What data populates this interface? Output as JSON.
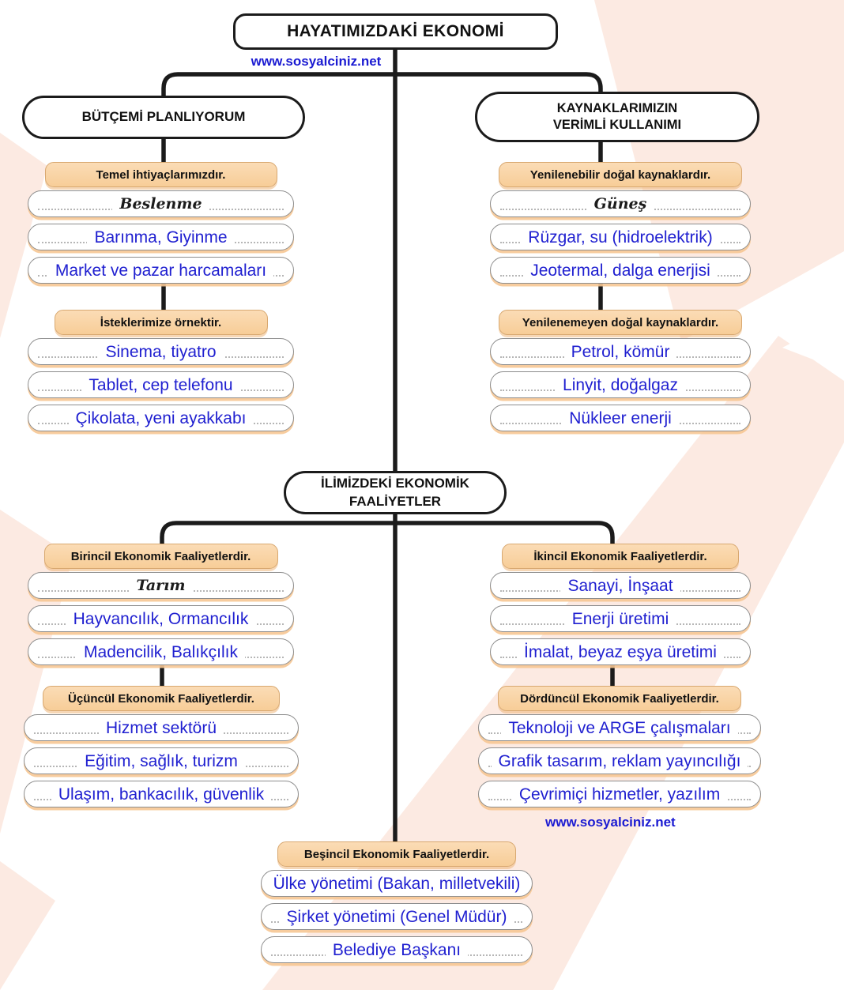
{
  "title": "HAYATIMIZDAKİ EKONOMİ",
  "watermarks": {
    "top": "www.sosyalciniz.net",
    "bottom": "www.sosyalciniz.net"
  },
  "branches": {
    "budget": "BÜTÇEMİ PLANLIYORUM",
    "resources_line1": "KAYNAKLARIMIZIN",
    "resources_line2": "VERİMLİ KULLANIMI",
    "city_line1": "İLİMİZDEKİ EKONOMİK",
    "city_line2": "FAALİYETLER"
  },
  "groups": [
    {
      "header": "Temel ihtiyaçlarımızdır.",
      "items": [
        "Beslenme",
        "Barınma, Giyinme",
        "Market ve pazar harcamaları"
      ]
    },
    {
      "header": "İsteklerimize örnektir.",
      "items": [
        "Sinema, tiyatro",
        "Tablet, cep telefonu",
        "Çikolata, yeni ayakkabı"
      ]
    },
    {
      "header": "Yenilenebilir doğal kaynaklardır.",
      "items": [
        "Güneş",
        "Rüzgar, su (hidroelektrik)",
        "Jeotermal, dalga enerjisi"
      ]
    },
    {
      "header": "Yenilenemeyen doğal kaynaklardır.",
      "items": [
        "Petrol, kömür",
        "Linyit, doğalgaz",
        "Nükleer enerji"
      ]
    },
    {
      "header": "Birincil Ekonomik Faaliyetlerdir.",
      "items": [
        "Tarım",
        "Hayvancılık, Ormancılık",
        "Madencilik, Balıkçılık"
      ]
    },
    {
      "header": "Üçüncül Ekonomik Faaliyetlerdir.",
      "items": [
        "Hizmet sektörü",
        "Eğitim, sağlık, turizm",
        "Ulaşım, bankacılık, güvenlik"
      ]
    },
    {
      "header": "İkincil Ekonomik Faaliyetlerdir.",
      "items": [
        "Sanayi, İnşaat",
        "Enerji üretimi",
        "İmalat, beyaz eşya üretimi"
      ]
    },
    {
      "header": "Dördüncül Ekonomik Faaliyetlerdir.",
      "items": [
        "Teknoloji ve ARGE çalışmaları",
        "Grafik tasarım, reklam yayıncılığı",
        "Çevrimiçi hizmetler, yazılım"
      ]
    },
    {
      "header": "Beşincil Ekonomik Faaliyetlerdir.",
      "items": [
        "Ülke yönetimi (Bakan, milletvekili)",
        "Şirket yönetimi (Genel Müdür)",
        "Belediye Başkanı"
      ]
    }
  ],
  "colors": {
    "header_bg": "#F8CF9C",
    "answer_blue": "#1F1FD0",
    "line_black": "#1B1B1B",
    "bg_shape": "#FCEAE2"
  }
}
